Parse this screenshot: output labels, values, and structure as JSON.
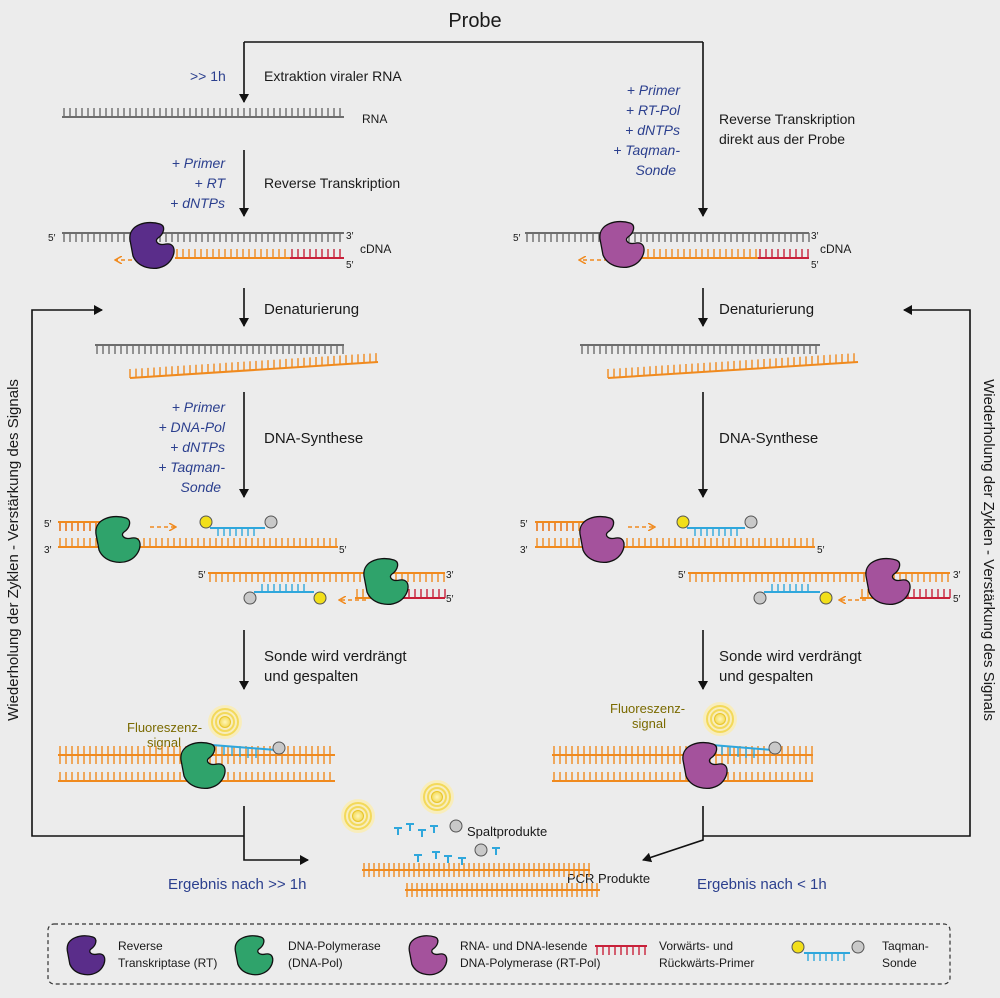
{
  "colors": {
    "rna": "#6d6d6d",
    "cdna": "#f08a1e",
    "primer": "#c8213a",
    "probe": "#2fa7dc",
    "reporter": "#f2df1a",
    "quencher": "#c9c9c9",
    "rt_enzyme": "#5a2d8a",
    "dna_pol": "#2fa36b",
    "rt_pol": "#a4529c",
    "glow": "#f6e58a",
    "text_blue": "#2b3f8e",
    "text_gold": "#7a6a00"
  },
  "header": {
    "title": "Probe"
  },
  "left": {
    "time": ">> 1h",
    "step_extraction": "Extraktion viraler RNA",
    "rna_label": "RNA",
    "reagents_rt": [
      "+ Primer",
      "+ RT",
      "+ dNTPs"
    ],
    "step_rt": "Reverse Transkription",
    "cdna_label": "cDNA",
    "step_denaturation": "Denaturierung",
    "reagents_synthesis": [
      "+ Primer",
      "+ DNA-Pol",
      "+ dNTPs",
      "+ Taqman-",
      "Sonde"
    ],
    "step_synthesis": "DNA-Synthese",
    "step_displace": [
      "Sonde wird verdrängt",
      "und gespalten"
    ],
    "fluor_label": [
      "Fluoreszenz-",
      "signal"
    ],
    "result": "Ergebnis nach >> 1h"
  },
  "right": {
    "reagents": [
      "+ Primer",
      "+ RT-Pol",
      "+ dNTPs",
      "+ Taqman-",
      "Sonde"
    ],
    "step_rt_direct": [
      "Reverse Transkription",
      "direkt aus der Probe"
    ],
    "cdna_label": "cDNA",
    "step_denaturation": "Denaturierung",
    "step_synthesis": "DNA-Synthese",
    "step_displace": [
      "Sonde wird verdrängt",
      "und gespalten"
    ],
    "fluor_label": [
      "Fluoreszenz-",
      "signal"
    ],
    "result": "Ergebnis nach < 1h"
  },
  "strand_labels": {
    "five": "5′",
    "three": "3′"
  },
  "side_label": "Wiederholung der Zyklen - Verstärkung des Signals",
  "center": {
    "cleavage_label": "Spaltprodukte",
    "pcr_label": "PCR Produkte"
  },
  "legend": [
    {
      "icon": "rt",
      "text": [
        "Reverse",
        "Transkriptase (RT)"
      ]
    },
    {
      "icon": "dnapol",
      "text": [
        "DNA-Polymerase",
        "(DNA-Pol)"
      ]
    },
    {
      "icon": "rtpol",
      "text": [
        "RNA- und DNA-lesende",
        "DNA-Polymerase (RT-Pol)"
      ]
    },
    {
      "icon": "primer",
      "text": [
        "Vorwärts- und",
        "Rückwärts-Primer"
      ]
    },
    {
      "icon": "probe",
      "text": [
        "Taqman-",
        "Sonde"
      ]
    }
  ]
}
